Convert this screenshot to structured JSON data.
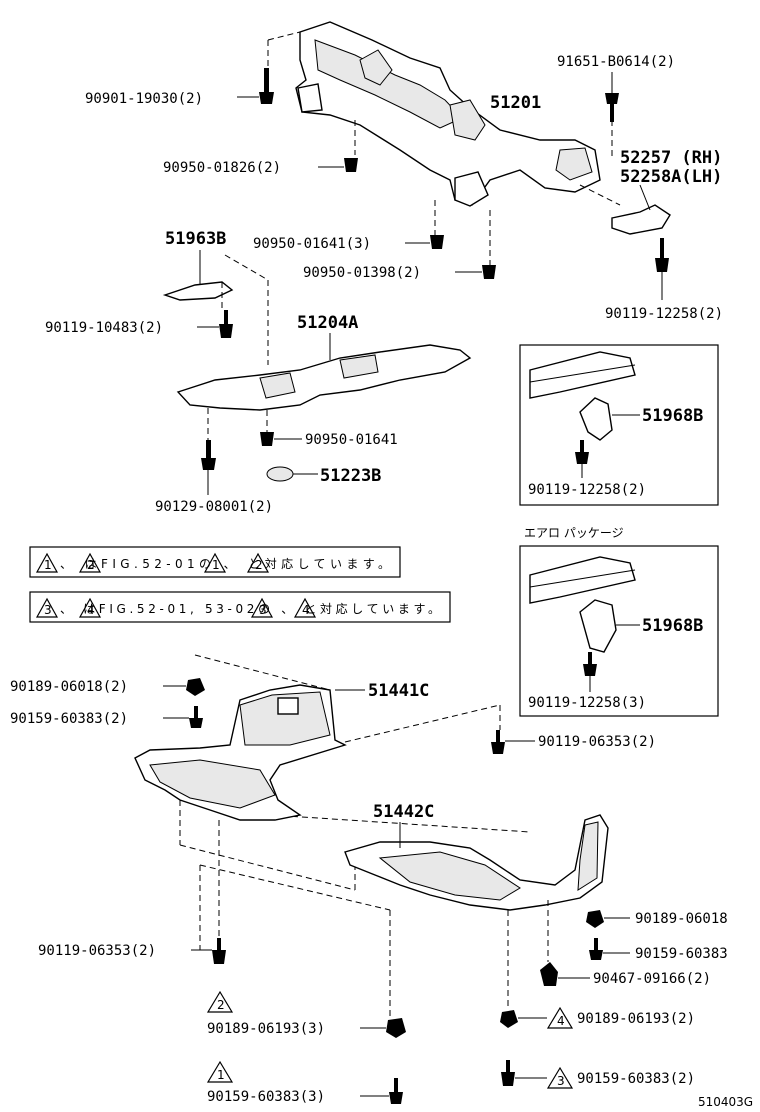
{
  "parts": {
    "p51201": "51201",
    "p90901_19030": "90901-19030(2)",
    "p91651_b0614": "91651-B0614(2)",
    "p52257": "52257 (RH)",
    "p52258a": "52258A(LH)",
    "p90950_01826": "90950-01826(2)",
    "p51963b": "51963B",
    "p90950_01641_3": "90950-01641(3)",
    "p90950_01398": "90950-01398(2)",
    "p90119_12258_2a": "90119-12258(2)",
    "p90119_10483": "90119-10483(2)",
    "p51204a": "51204A",
    "p90950_01641": "90950-01641",
    "p51223b": "51223B",
    "p90129_08001": "90129-08001(2)",
    "p51968b_a": "51968B",
    "p90119_12258_2b": "90119-12258(2)",
    "aero_title": "エアロ パッケージ",
    "p51968b_b": "51968B",
    "p90119_12258_3": "90119-12258(3)",
    "p90189_06018_2": "90189-06018(2)",
    "p90159_60383_2a": "90159-60383(2)",
    "p51441c": "51441C",
    "p90119_06353_2a": "90119-06353(2)",
    "p51442c": "51442C",
    "p90119_06353_2b": "90119-06353(2)",
    "p90189_06018": "90189-06018",
    "p90159_60383": "90159-60383",
    "p90467_09166": "90467-09166(2)",
    "p90189_06193_3": "90189-06193(3)",
    "p90189_06193_2": "90189-06193(2)",
    "p90159_60383_3": "90159-60383(3)",
    "p90159_60383_2b": "90159-60383(2)"
  },
  "notes": {
    "note1_text": "、 はFIG.52-01の 、 と対応しています。",
    "note2_text": "、 はFIG.52-01, 53-02の 、 と対応しています。"
  },
  "markers": {
    "m1": "1",
    "m2": "2",
    "m3": "3",
    "m4": "4"
  },
  "footer": {
    "fig_code": "510403G"
  }
}
